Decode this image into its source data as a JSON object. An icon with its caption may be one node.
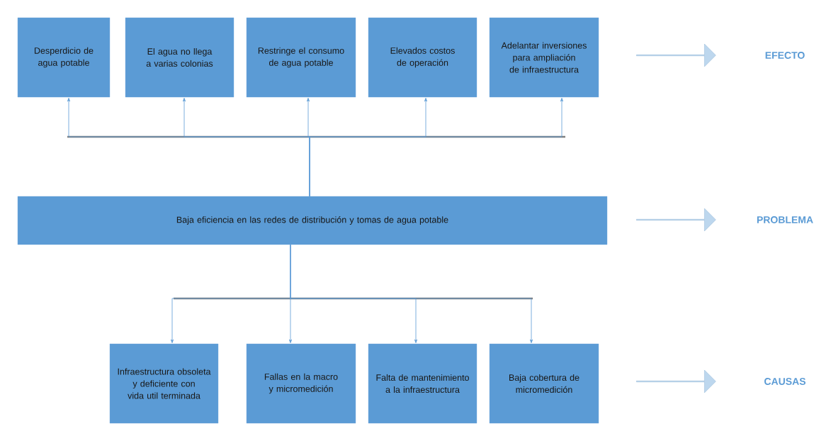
{
  "diagram": {
    "nodes": [
      {
        "text": [
          "Desperdicio de agua potable"
        ]
      },
      {
        "text": [
          "El agua no llega a varias colonias"
        ]
      },
      {
        "text": [
          "Restringe el consumo de agua potable"
        ]
      },
      {
        "text": [
          "Elevados costos de operación"
        ]
      },
      {
        "text": [
          "Adelantar inversiones para ampliación de infraestructura"
        ]
      },
      {
        "text": [
          "Baja eficiencia en las redes de distribución y tomas de agua potable"
        ]
      },
      {
        "text": [
          "Infraestructura obsoleta y deficiente con vida util terminada"
        ]
      },
      {
        "text": [
          "Fallas en la macro y micromedición"
        ]
      },
      {
        "text": [
          "Falta de mantenimiento a la infraestructura"
        ]
      },
      {
        "text": [
          "Baja cobertura de micromedición"
        ]
      }
    ],
    "edges": [
      {
        "from": 5,
        "to": 0,
        "arrow": "to"
      },
      {
        "from": 5,
        "to": 1,
        "arrow": "to"
      },
      {
        "from": 5,
        "to": 2,
        "arrow": "to"
      },
      {
        "from": 5,
        "to": 3,
        "arrow": "to"
      },
      {
        "from": 5,
        "to": 4,
        "arrow": "to"
      },
      {
        "from": 5,
        "to": 6,
        "arrow": "to"
      },
      {
        "from": 5,
        "to": 7,
        "arrow": "to"
      },
      {
        "from": 5,
        "to": 8,
        "arrow": "to"
      },
      {
        "from": 5,
        "to": 9,
        "arrow": "to"
      }
    ],
    "labels": [
      "EFECTO",
      "PROBLEMA",
      "CAUSAS"
    ]
  }
}
